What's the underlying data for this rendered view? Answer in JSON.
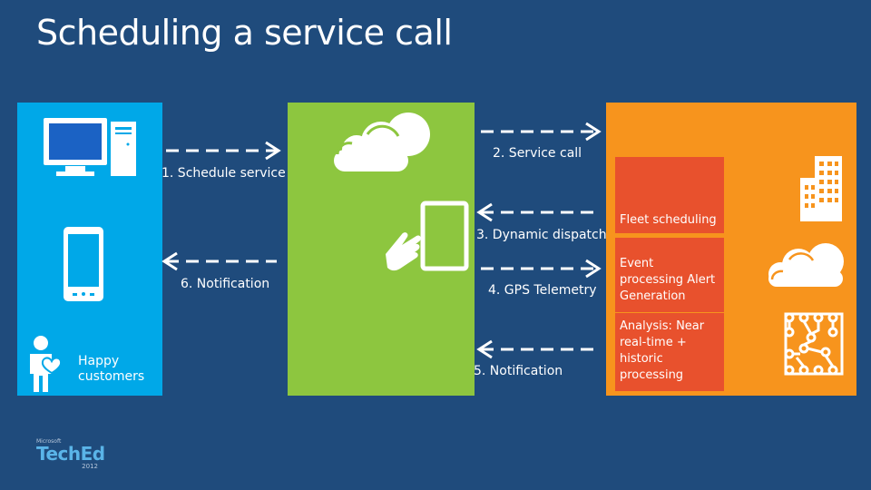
{
  "title": "Scheduling a service call",
  "customer": {
    "happy_label": "Happy\ncustomers"
  },
  "flows": {
    "step1": "1. Schedule service",
    "step2": "2. Service call",
    "step3": "3. Dynamic dispatch",
    "step4": "4. GPS Telemetry",
    "step5": "5. Notification",
    "step6": "6. Notification"
  },
  "backend": {
    "fleet": "Fleet scheduling",
    "event": "Event processing Alert Generation",
    "analysis": "Analysis: Near real-time + historic processing"
  },
  "logo": {
    "small": "Microsoft",
    "main": "TechEd",
    "year": "2012"
  },
  "colors": {
    "background": "#1f4b7c",
    "customer_panel": "#00a8e8",
    "cloud_panel": "#8dc63f",
    "backend_panel": "#f7941d",
    "backend_boxes": "#e8512d"
  }
}
